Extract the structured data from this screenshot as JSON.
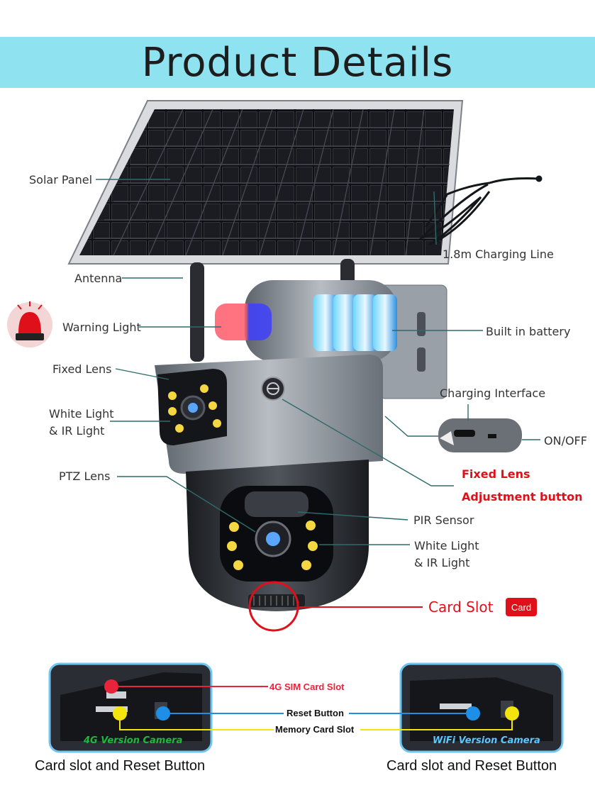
{
  "banner": {
    "title": "Product Details"
  },
  "labels": {
    "solar_panel": "Solar Panel",
    "charging_line": "1.8m Charging Line",
    "antenna": "Antenna",
    "warning_light": "Warning Light",
    "built_in_battery": "Built in battery",
    "fixed_lens": "Fixed Lens",
    "charging_interface": "Charging Interface",
    "white_light_1a": "White Light",
    "white_light_1b": "& IR Light",
    "on_off": "ON/OFF",
    "ptz_lens": "PTZ Lens",
    "fixed_lens_adj_1": "Fixed Lens",
    "fixed_lens_adj_2": "Adjustment button",
    "pir_sensor": "PIR Sensor",
    "white_light_2a": "White Light",
    "white_light_2b": "& IR Light",
    "card_slot": "Card Slot",
    "card_badge": "Card"
  },
  "slots": {
    "sim": "4G SIM Card Slot",
    "reset": "Reset Button",
    "memory": "Memory Card Slot"
  },
  "panels": {
    "left_tag": "4G Version Camera",
    "right_tag": "WiFi Version Camera",
    "left_caption": "Card slot and Reset Button",
    "right_caption": "Card slot and Reset Button"
  },
  "colors": {
    "banner": "#8fe3f0",
    "accent_red": "#e0101a",
    "slot_red": "#e8233a",
    "slot_blue": "#1e8fe6",
    "slot_yellow": "#f2e40c",
    "leader": "#2e6b6b"
  }
}
